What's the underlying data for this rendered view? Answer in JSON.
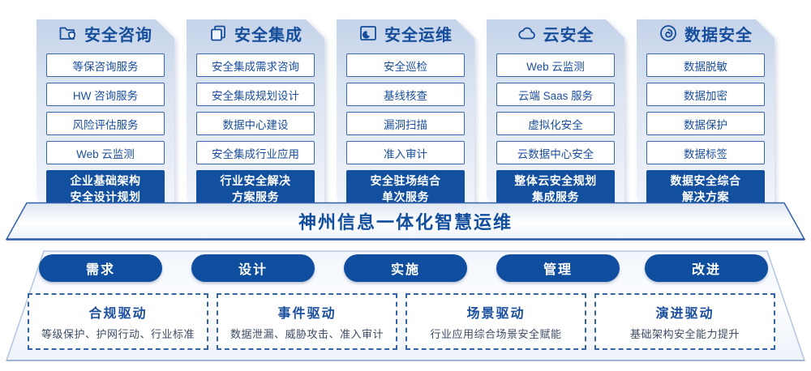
{
  "colors": {
    "primary_blue": "#12509F",
    "text_blue": "#1A4E9D",
    "item_border_blue": "#3767B0",
    "card_gradient_top": "#C5D3E9",
    "card_gradient_bottom": "#F2F5FB",
    "platform_border": "#B3C5E0",
    "driver_desc_text": "#3D4C66",
    "white": "#FFFFFF"
  },
  "columns": [
    {
      "icon": "folder-shield-icon",
      "title": "安全咨询",
      "items": [
        "等保咨询服务",
        "HW 咨询服务",
        "风险评估服务",
        "Web 云监测"
      ],
      "solution_lines": [
        "企业基础架构",
        "安全设计规划"
      ]
    },
    {
      "icon": "documents-icon",
      "title": "安全集成",
      "items": [
        "安全集成需求咨询",
        "安全集成规划设计",
        "数据中心建设",
        "安全集成行业应用"
      ],
      "solution_lines": [
        "行业安全解决",
        "方案服务"
      ]
    },
    {
      "icon": "pie-folder-icon",
      "title": "安全运维",
      "items": [
        "安全巡检",
        "基线核查",
        "漏洞扫描",
        "准入审计"
      ],
      "solution_lines": [
        "安全驻场结合",
        "单次服务"
      ]
    },
    {
      "icon": "cloud-icon",
      "title": "云安全",
      "items": [
        "Web 云监测",
        "云端 Saas 服务",
        "虚拟化安全",
        "云数据中心安全"
      ],
      "solution_lines": [
        "整体云安全规划",
        "集成服务"
      ]
    },
    {
      "icon": "fingerprint-icon",
      "title": "数据安全",
      "items": [
        "数据脱敏",
        "数据加密",
        "数据保护",
        "数据标签"
      ],
      "solution_lines": [
        "数据安全综合",
        "解决方案"
      ]
    }
  ],
  "banner": {
    "title": "神州信息一体化智慧运维"
  },
  "phases": [
    "需求",
    "设计",
    "实施",
    "管理",
    "改进"
  ],
  "drivers": [
    {
      "title": "合规驱动",
      "desc": "等级保护、护网行动、行业标准"
    },
    {
      "title": "事件驱动",
      "desc": "数据泄漏、威胁攻击、准入审计"
    },
    {
      "title": "场景驱动",
      "desc": "行业应用综合场景安全赋能"
    },
    {
      "title": "演进驱动",
      "desc": "基础架构安全能力提升"
    }
  ]
}
